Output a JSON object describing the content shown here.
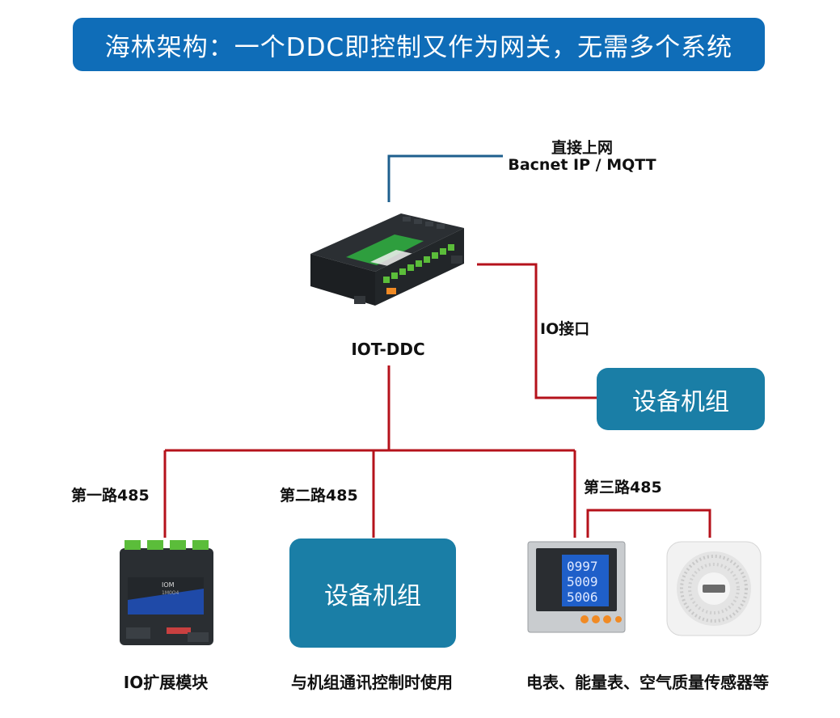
{
  "title": "海林架构：一个DDC即控制又作为网关，无需多个系统",
  "internet": {
    "line1": "直接上网",
    "line2": "Bacnet IP / MQTT"
  },
  "ddc": {
    "label": "IOT-DDC"
  },
  "io_interface": {
    "label": "IO接口"
  },
  "equipment_right": {
    "label": "设备机组"
  },
  "routes": {
    "route1": "第一路485",
    "route2": "第二路485",
    "route3": "第三路485"
  },
  "equipment_middle": {
    "label": "设备机组"
  },
  "captions": {
    "io_module": "IO扩展模块",
    "middle": "与机组通讯控制时使用",
    "meters": "电表、能量表、空气质量传感器等"
  },
  "device_text": {
    "io_module_line1": "IOM",
    "io_module_line2": "1M0O4",
    "meter_readings": [
      "0997",
      "5009",
      "5006"
    ]
  },
  "colors": {
    "banner": "#0f6db8",
    "box": "#1a7ea6",
    "ip_line": "#1e5f8e",
    "wire_485": "#b5121b",
    "ddc_accent": "#2e9e3e"
  }
}
